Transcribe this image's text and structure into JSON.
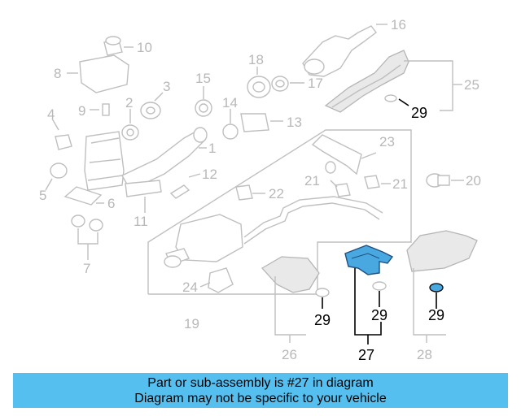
{
  "diagram": {
    "callouts": {
      "c1": "1",
      "c2": "2",
      "c3": "3",
      "c4": "4",
      "c5": "5",
      "c6": "6",
      "c7": "7",
      "c8": "8",
      "c9": "9",
      "c10": "10",
      "c11": "11",
      "c12": "12",
      "c13": "13",
      "c14": "14",
      "c15": "15",
      "c16": "16",
      "c17": "17",
      "c18": "18",
      "c19": "19",
      "c20": "20",
      "c21a": "21",
      "c21b": "21",
      "c22": "22",
      "c23": "23",
      "c24": "24",
      "c25": "25",
      "c26": "26",
      "c27": "27",
      "c28": "28",
      "c29a": "29",
      "c29b": "29",
      "c29c": "29",
      "c29d": "29"
    },
    "highlight_part": "27",
    "colors": {
      "highlight_fill": "#4aa8e0",
      "banner_bg": "#55bff0"
    }
  },
  "banner": {
    "line1": "Part or sub-assembly is #27 in diagram",
    "line2": "Diagram may not be specific to your vehicle"
  }
}
